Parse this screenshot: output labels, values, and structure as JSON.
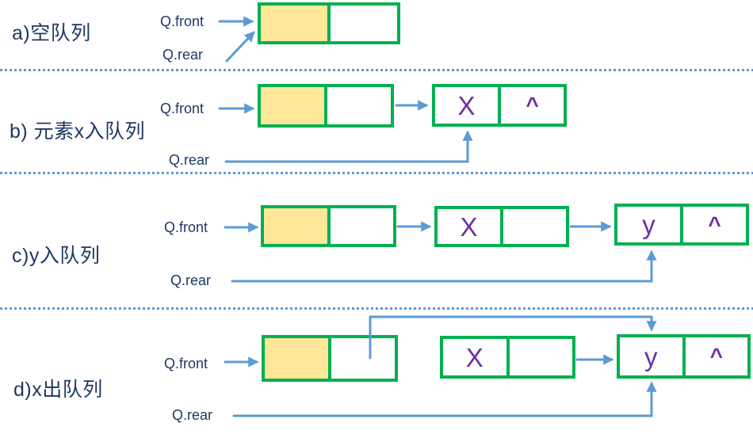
{
  "colors": {
    "node_border_green": "#00b050",
    "head_cell_fill_yellow": "#ffe699",
    "arrow_blue": "#5b9bd5",
    "label_navy": "#1f3864",
    "value_purple": "#7030a0",
    "separator_dotted_blue": "#5b9bd5",
    "background": "#ffffff"
  },
  "pointer_labels": {
    "front": "Q.front",
    "rear": "Q.rear"
  },
  "rows": [
    {
      "id": "a",
      "title": "a)空队列",
      "nodes": [
        {
          "role": "head",
          "data": "",
          "next": ""
        }
      ]
    },
    {
      "id": "b",
      "title": "b) 元素x入队列",
      "nodes": [
        {
          "role": "head",
          "data": "",
          "next": ""
        },
        {
          "role": "element",
          "data": "X",
          "next": "^"
        }
      ]
    },
    {
      "id": "c",
      "title": "c)y入队列",
      "nodes": [
        {
          "role": "head",
          "data": "",
          "next": ""
        },
        {
          "role": "element",
          "data": "X",
          "next": ""
        },
        {
          "role": "element",
          "data": "y",
          "next": "^"
        }
      ]
    },
    {
      "id": "d",
      "title": "d)x出队列",
      "nodes": [
        {
          "role": "head",
          "data": "",
          "next": ""
        },
        {
          "role": "element",
          "data": "X",
          "next": ""
        },
        {
          "role": "element",
          "data": "y",
          "next": "^"
        }
      ]
    }
  ]
}
